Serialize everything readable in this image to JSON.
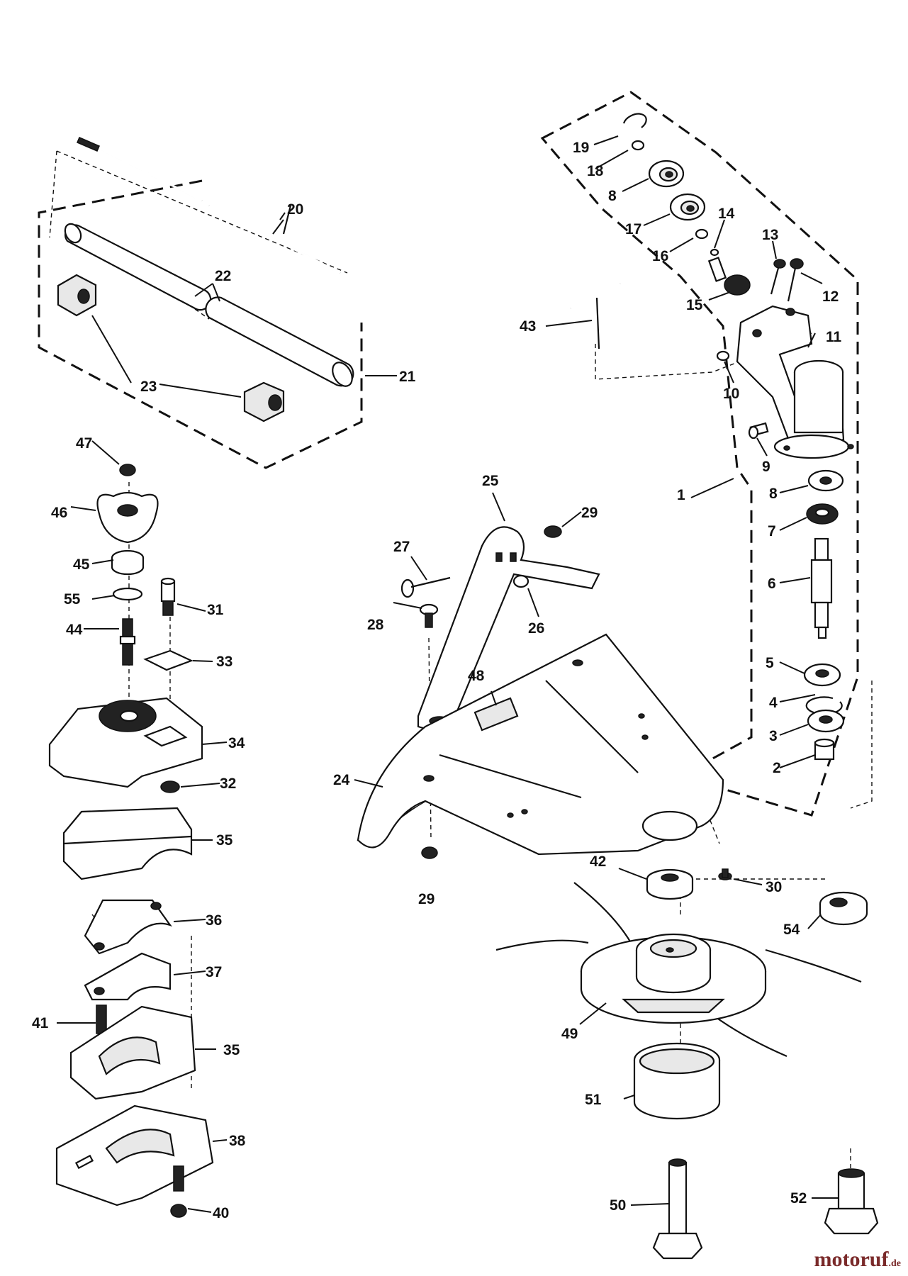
{
  "watermark": {
    "brand": "motoruf",
    "suffix": ".de"
  },
  "callouts": {
    "c1": "1",
    "c2": "2",
    "c3": "3",
    "c4": "4",
    "c5": "5",
    "c6": "6",
    "c7": "7",
    "c8a": "8",
    "c8b": "8",
    "c9": "9",
    "c10": "10",
    "c11": "11",
    "c12": "12",
    "c13": "13",
    "c14": "14",
    "c15": "15",
    "c16": "16",
    "c17": "17",
    "c18": "18",
    "c19": "19",
    "c20": "20",
    "c21": "21",
    "c22": "22",
    "c23": "23",
    "c24": "24",
    "c25": "25",
    "c26": "26",
    "c27": "27",
    "c28": "28",
    "c29a": "29",
    "c29b": "29",
    "c30": "30",
    "c31": "31",
    "c32": "32",
    "c33": "33",
    "c34": "34",
    "c35a": "35",
    "c35b": "35",
    "c36": "36",
    "c37": "37",
    "c38": "38",
    "c40": "40",
    "c41": "41",
    "c42": "42",
    "c43": "43",
    "c44": "44",
    "c45": "45",
    "c46": "46",
    "c47": "47",
    "c48": "48",
    "c49": "49",
    "c50": "50",
    "c51": "51",
    "c52": "52",
    "c54": "54",
    "c55": "55"
  }
}
